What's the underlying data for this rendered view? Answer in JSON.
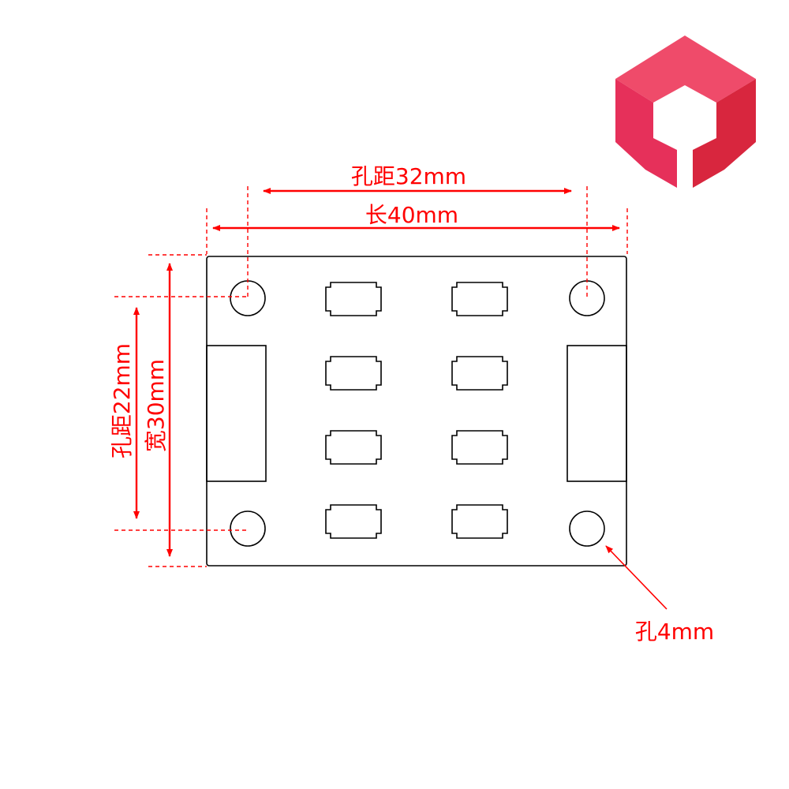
{
  "colors": {
    "dimension": "#ff0000",
    "outline": "#000000",
    "background": "#ffffff",
    "logo_left": "#e6305a",
    "logo_right": "#d8263e",
    "logo_top": "#ef4b6a"
  },
  "logo": {
    "icon": "cube-logo-icon"
  },
  "dimensions": {
    "hole_spacing_x": "孔距32mm",
    "length": "长40mm",
    "hole_spacing_y": "孔距22mm",
    "width": "宽30mm",
    "hole_diameter": "孔4mm"
  },
  "board": {
    "mount_holes": 4,
    "side_pads": 2,
    "smd_pads": 8
  }
}
